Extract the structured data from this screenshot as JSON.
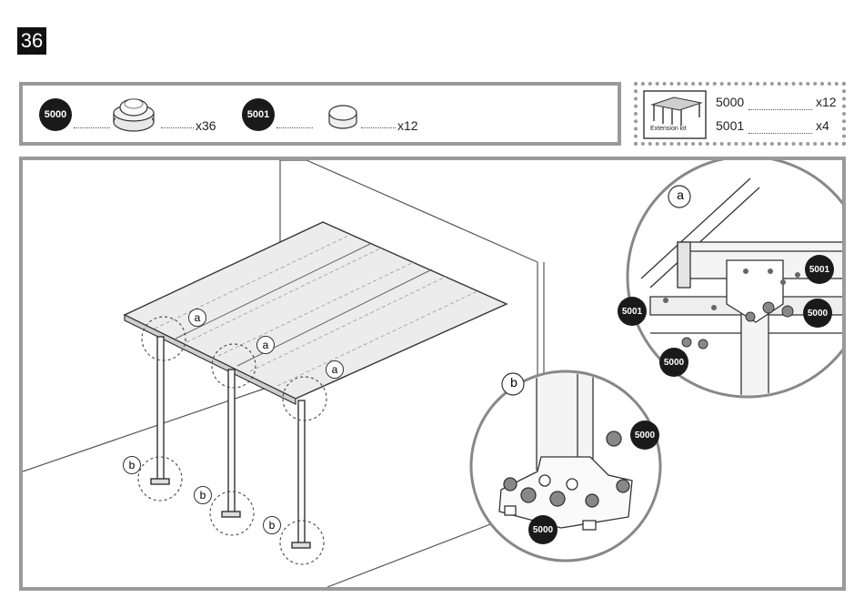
{
  "step_number": "36",
  "parts": [
    {
      "code": "5000",
      "qty": "x36"
    },
    {
      "code": "5001",
      "qty": "x12"
    }
  ],
  "extension_kit": {
    "label": "Extension kit",
    "rows": [
      {
        "code": "5000",
        "qty": "x12"
      },
      {
        "code": "5001",
        "qty": "x4"
      }
    ]
  },
  "callouts": {
    "a": "a",
    "b": "b"
  },
  "detail_a_badges": [
    "5001",
    "5001",
    "5000",
    "5000"
  ],
  "detail_b_badges": [
    "5000",
    "5000"
  ],
  "colors": {
    "frame": "#9a9a9a",
    "badge": "#1a1a1a",
    "line": "#333333"
  }
}
